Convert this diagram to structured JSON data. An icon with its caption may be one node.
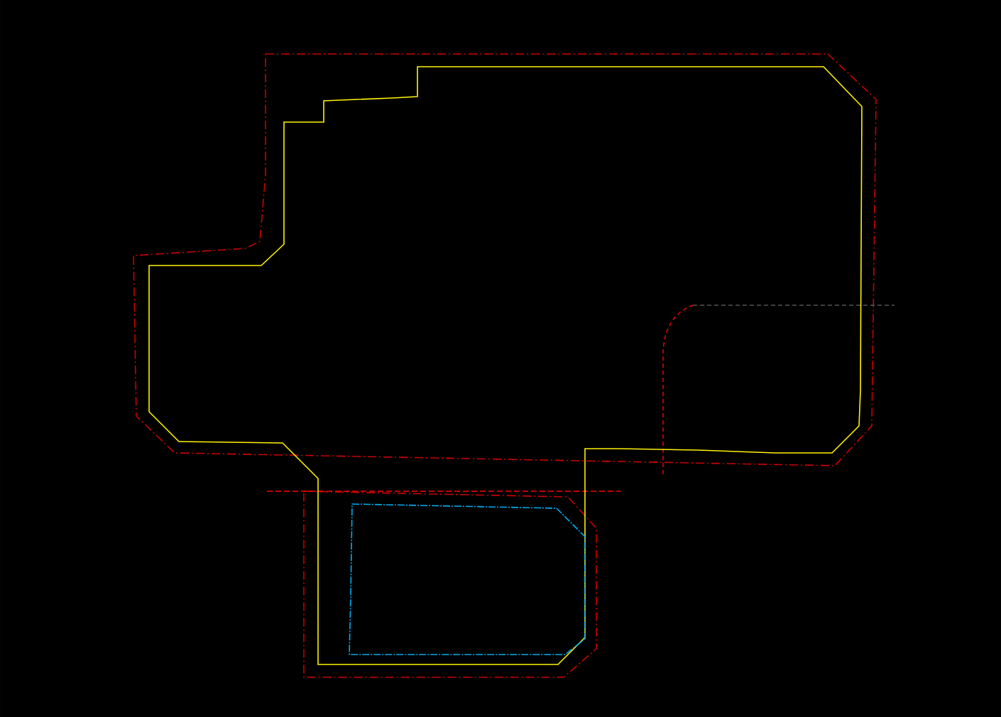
{
  "diagram": {
    "nodes": [
      {
        "text": [],
        "shape": "polygon"
      },
      {
        "text": [],
        "shape": "polygon",
        "in": 0
      }
    ]
  }
}
